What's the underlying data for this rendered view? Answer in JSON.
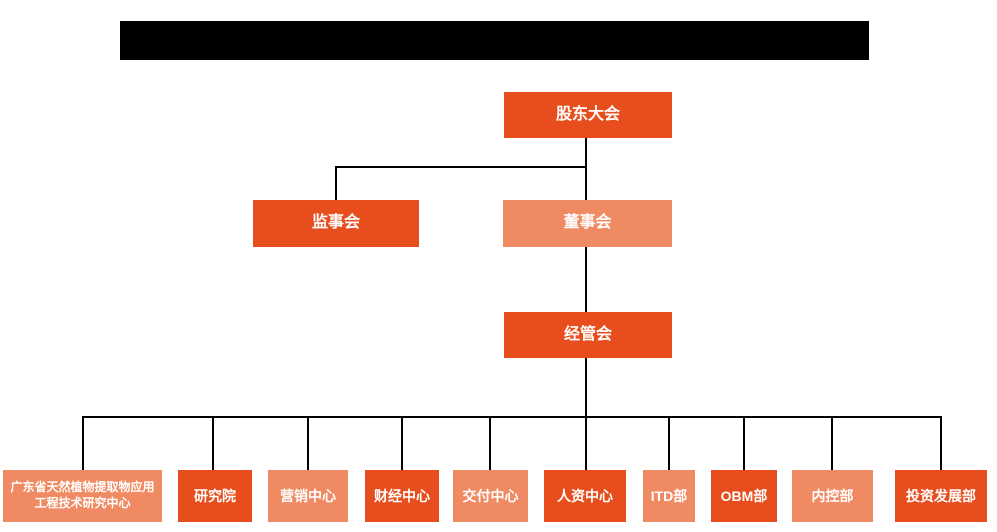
{
  "colors": {
    "primary": "#E84E1D",
    "secondary": "#F08A62",
    "line": "#000000",
    "text": "#FFFFFF",
    "redaction": "#000000",
    "background": "#FFFFFF"
  },
  "title_bar": {
    "redacted": true
  },
  "org_chart": {
    "type": "organization-hierarchy",
    "nodes": {
      "shareholders_meeting": {
        "label": "股东大会",
        "variant": "primary"
      },
      "supervisory_board": {
        "label": "监事会",
        "variant": "primary"
      },
      "board_of_directors": {
        "label": "董事会",
        "variant": "secondary"
      },
      "management_committee": {
        "label": "经管会",
        "variant": "primary"
      }
    },
    "departments": [
      {
        "label": "广东省天然植物提取物应用工程技术研究中心",
        "variant": "secondary"
      },
      {
        "label": "研究院",
        "variant": "primary"
      },
      {
        "label": "营销中心",
        "variant": "secondary"
      },
      {
        "label": "财经中心",
        "variant": "primary"
      },
      {
        "label": "交付中心",
        "variant": "secondary"
      },
      {
        "label": "人资中心",
        "variant": "primary"
      },
      {
        "label": "ITD部",
        "variant": "secondary"
      },
      {
        "label": "OBM部",
        "variant": "primary"
      },
      {
        "label": "内控部",
        "variant": "secondary"
      },
      {
        "label": "投资发展部",
        "variant": "primary"
      }
    ],
    "hierarchy": {
      "股东大会": [
        "监事会",
        "董事会"
      ],
      "董事会": [
        "经管会"
      ],
      "经管会": [
        "广东省天然植物提取物应用工程技术研究中心",
        "研究院",
        "营销中心",
        "财经中心",
        "交付中心",
        "人资中心",
        "ITD部",
        "OBM部",
        "内控部",
        "投资发展部"
      ]
    }
  }
}
